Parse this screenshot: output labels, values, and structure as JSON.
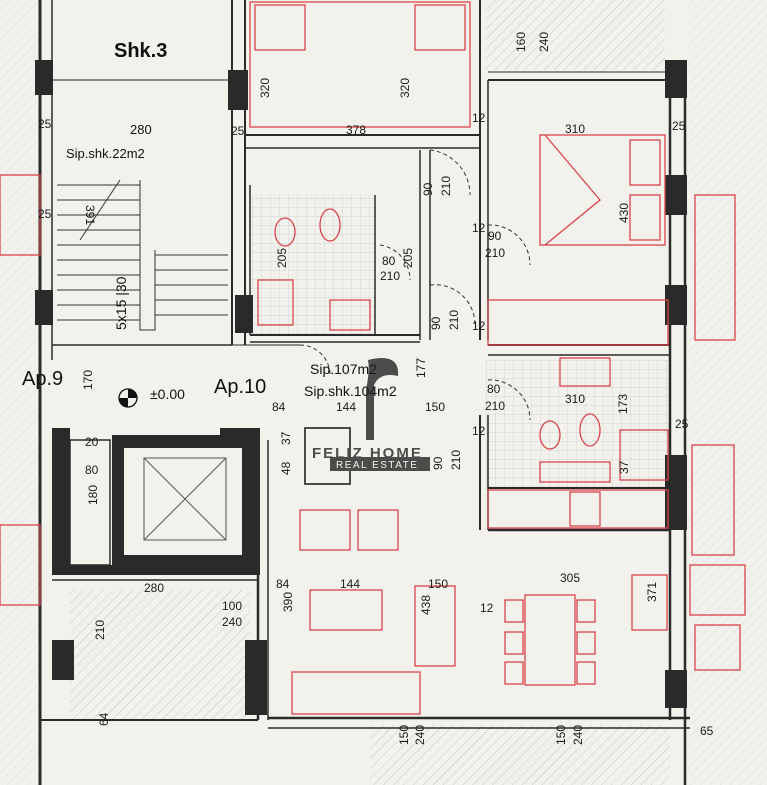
{
  "plan": {
    "stair_title": "Shk.3",
    "stair_dim_top": "280",
    "stair_area": "Sip.shk.22m2",
    "stair_run": "391",
    "stair_steps": "5x15 |30",
    "apt_left": "Ap.9",
    "apt_right": "Ap.10",
    "level_mark": "±0.00",
    "apt_area": "Sip.107m2",
    "apt_area_shk": "Sip.shk.104m2",
    "dims": {
      "top_room_w": "378",
      "top_room_h_left": "320",
      "top_room_h_right": "320",
      "top_25_a": "25",
      "top_25_b": "25",
      "top_25_c": "25",
      "balcony_160": "160",
      "balcony_240_top": "240",
      "bed_w": "310",
      "bed_h": "430",
      "bed_25": "25",
      "bath_205_a": "205",
      "bath_205_b": "205",
      "door_80_a": "80",
      "door_210_a": "210",
      "door_90_a": "90",
      "door_210_b": "210",
      "door_90_b": "90",
      "door_210_c": "210",
      "door_90_c": "90",
      "door_210_d": "210",
      "wall_12_a": "12",
      "wall_12_b": "12",
      "wall_12_c": "12",
      "wall_12_d": "12",
      "left_170": "170",
      "left_20": "20",
      "left_80": "80",
      "left_180": "180",
      "hall_84": "84",
      "hall_144": "144",
      "hall_150": "150",
      "hall_177": "177",
      "hall_37_a": "37",
      "hall_48": "48",
      "bath2_80": "80",
      "bath2_210": "210",
      "bath2_310": "310",
      "bath2_173": "173",
      "bath2_37": "37",
      "bath2_90": "90",
      "bath2_210b": "210",
      "right_25": "25",
      "liv_280": "280",
      "liv_84": "84",
      "liv_144": "144",
      "liv_150": "150",
      "liv_305": "305",
      "liv_390": "390",
      "liv_438": "438",
      "liv_12": "12",
      "liv_371": "371",
      "bal_100": "100",
      "bal_240": "240",
      "bal_210": "210",
      "bal_64": "64",
      "bot_150_a": "150",
      "bot_240_a": "240",
      "bot_150_b": "150",
      "bot_240_b": "240",
      "bot_65": "65"
    },
    "watermark": {
      "brand": "FELIZ HOME",
      "tagline": "REAL ESTATE"
    },
    "colors": {
      "paper": "#f3f1ec",
      "wall": "#2a2a2a",
      "furniture": "#d9434b",
      "tile": "#cfcfcf"
    }
  }
}
